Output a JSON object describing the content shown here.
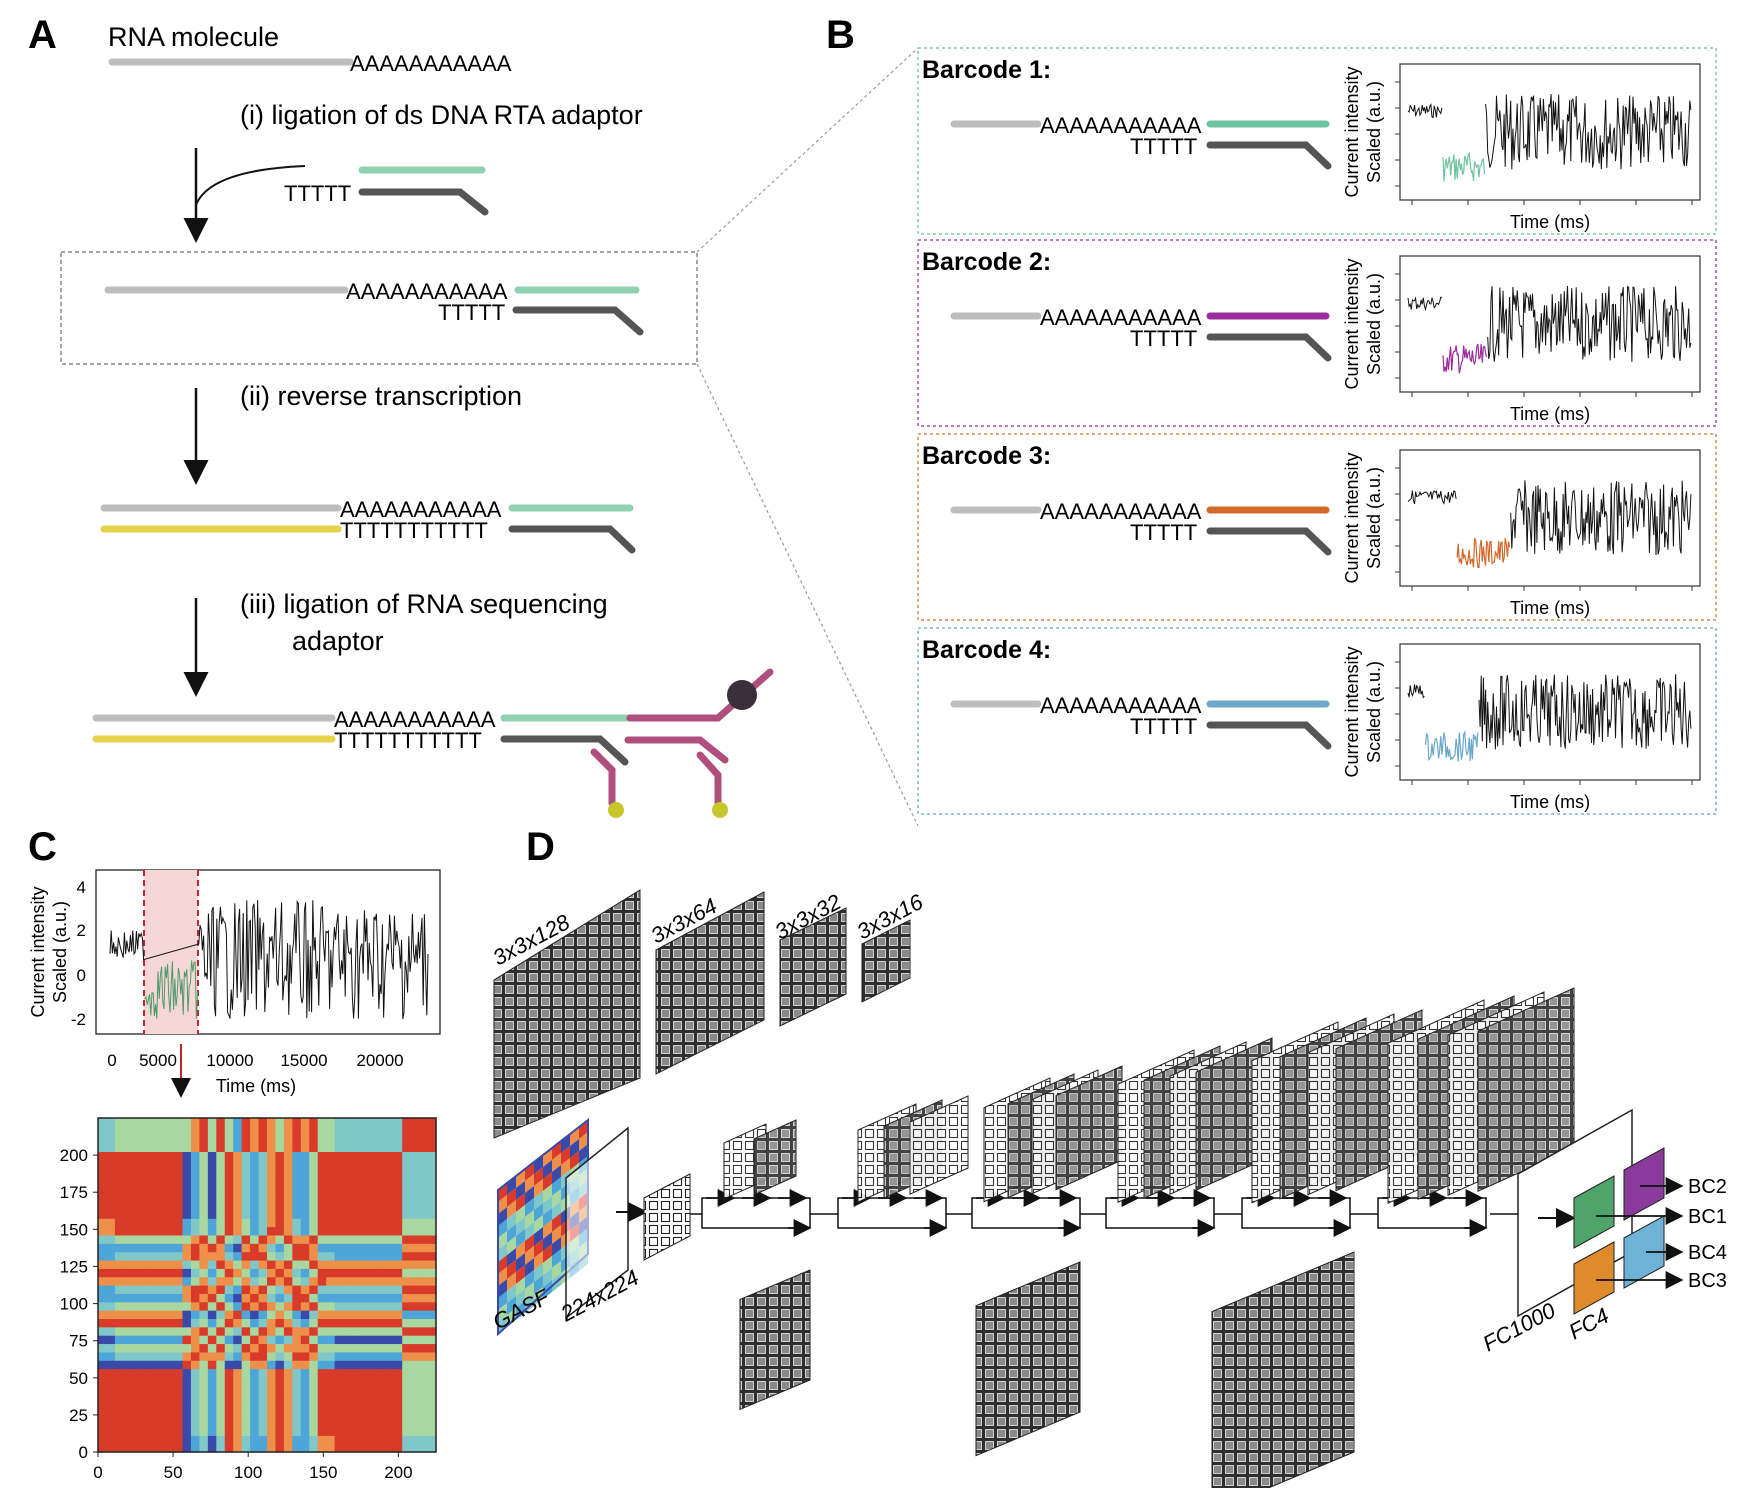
{
  "panels": {
    "a": "A",
    "b": "B",
    "c": "C",
    "d": "D"
  },
  "panel_a": {
    "rna_label": "RNA molecule",
    "polyA": "AAAAAAAAAAA",
    "polyT5": "TTTTT",
    "polyT11": "TTTTTTTTTTT",
    "step1": "(i) ligation of ds DNA RTA adaptor",
    "step2": "(ii) reverse transcription",
    "step3a": "(iii) ligation of RNA sequencing",
    "step3b": "adaptor",
    "colors": {
      "rna": "#bdbdbd",
      "rta_top": "#8fd1b0",
      "rta_bottom": "#555555",
      "cdna": "#e7d34a",
      "seq_adaptor": "#b04e7e",
      "motor": "#3b2f3b",
      "tether": "#c6c62a"
    }
  },
  "panel_b": {
    "ylabel1": "Current intensity",
    "ylabel2": "Scaled (a.u.)",
    "xlabel": "Time (ms)",
    "barcodes": [
      {
        "title": "Barcode 1:",
        "color": "#6fc3a3",
        "border": "#7fc9a9"
      },
      {
        "title": "Barcode 2:",
        "color": "#9b2c9b",
        "border": "#a64fa6"
      },
      {
        "title": "Barcode 3:",
        "color": "#d2692a",
        "border": "#d98a52"
      },
      {
        "title": "Barcode 4:",
        "color": "#6aa9c9",
        "border": "#7ab6d2"
      }
    ]
  },
  "panel_c": {
    "ylabel1": "Current intensity",
    "ylabel2": "Scaled (a.u.)",
    "xlabel": "Time (ms)",
    "signal_yticks": [
      "4",
      "2",
      "0",
      "-2"
    ],
    "signal_xticks": [
      "0",
      "5000",
      "10000",
      "15000",
      "20000"
    ],
    "heat_yticks": [
      "200",
      "175",
      "150",
      "125",
      "100",
      "75",
      "50",
      "25",
      "0"
    ],
    "heat_xticks": [
      "0",
      "50",
      "100",
      "150",
      "200"
    ],
    "highlight_color": "#f6d7d7",
    "highlight_line": "#c0272d",
    "segment_color": "#4f9a6a"
  },
  "panel_d": {
    "filters": [
      "3x3x128",
      "3x3x64",
      "3x3x32",
      "3x3x16"
    ],
    "input_label": "GASF",
    "size_label": "224x224",
    "fc1": "FC1000",
    "fc2": "FC4",
    "outputs": [
      "BC2",
      "BC1",
      "BC4",
      "BC3"
    ],
    "output_colors": [
      "#8a3a9a",
      "#4fa46a",
      "#6fb2d8",
      "#e08a2e"
    ]
  }
}
